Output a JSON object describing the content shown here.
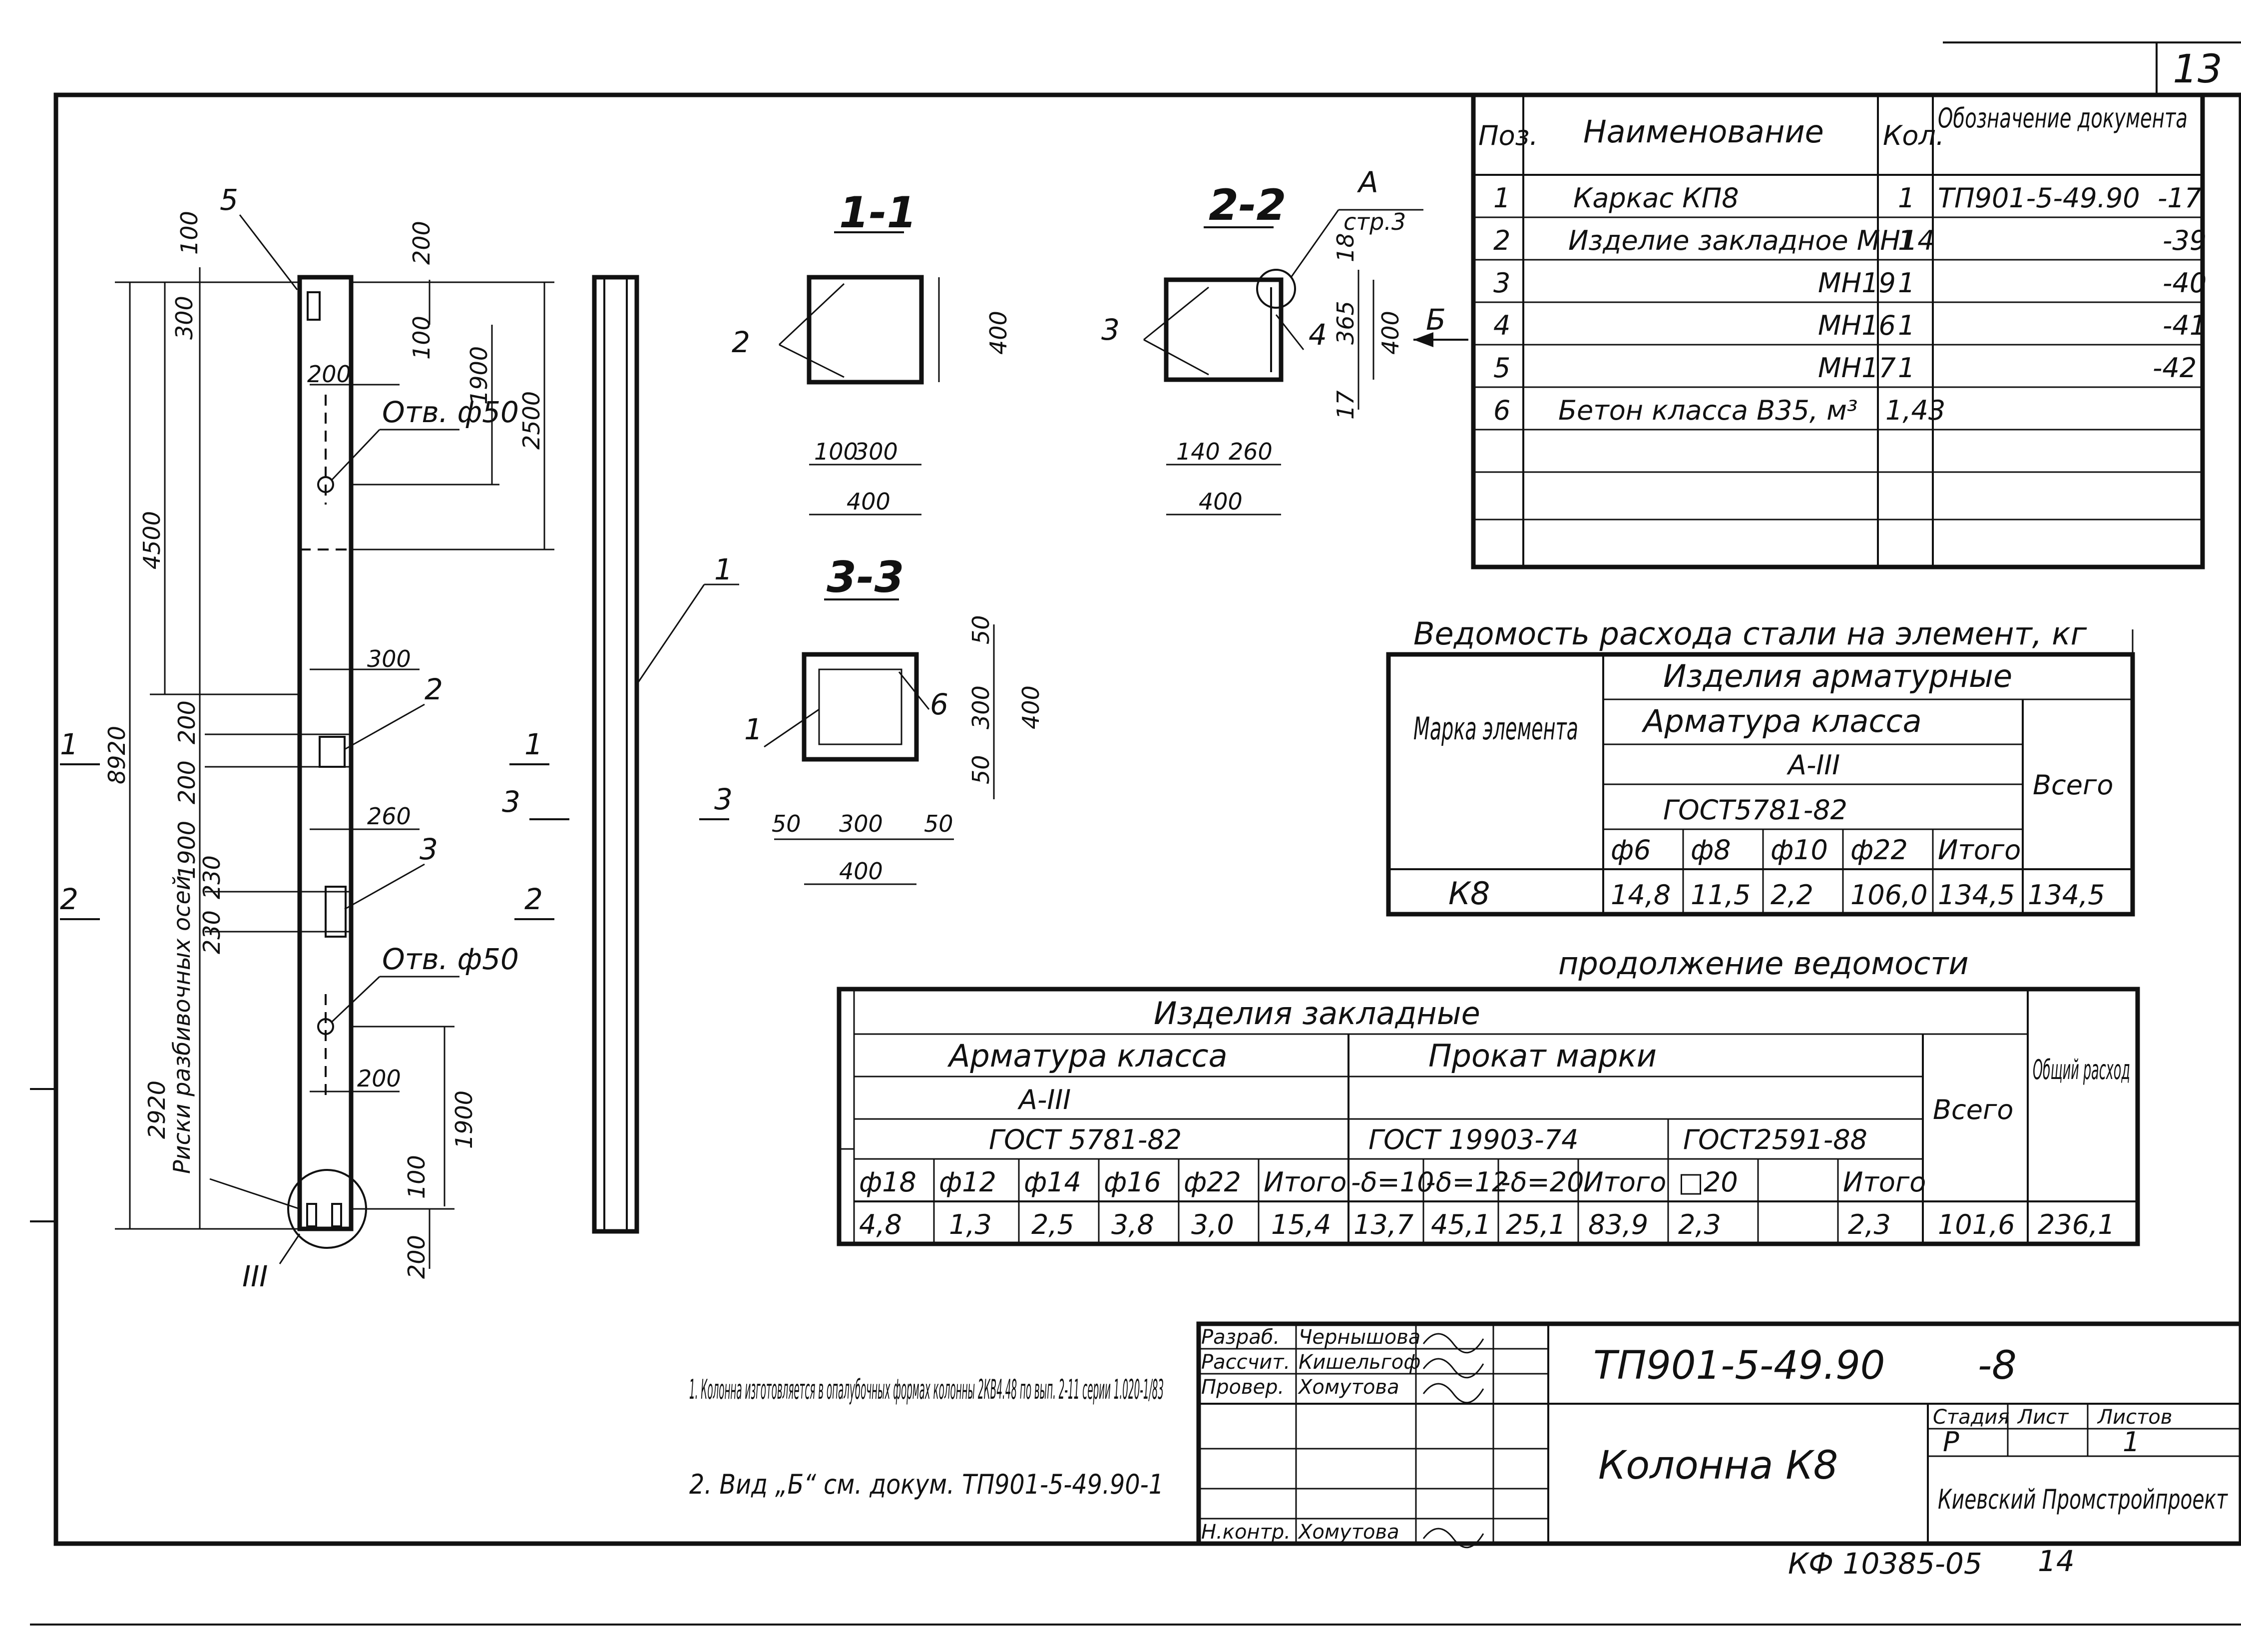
{
  "page": {
    "sheet_number": "13",
    "footer_code": "КФ 10385-05",
    "footer_page": "14"
  },
  "spec_table": {
    "headers": {
      "pos": "Поз.",
      "name": "Наименование",
      "qty": "Кол.",
      "doc": "Обозначение документа"
    },
    "rows": [
      {
        "pos": "1",
        "name": "Каркас КП8",
        "qty": "1",
        "doc": "ТП901-5-49.90",
        "suffix": "-17"
      },
      {
        "pos": "2",
        "name": "Изделие закладное МН14",
        "qty": "1",
        "doc": "",
        "suffix": "-39"
      },
      {
        "pos": "3",
        "name": "МН19",
        "qty": "1",
        "doc": "",
        "suffix": "-40"
      },
      {
        "pos": "4",
        "name": "МН16",
        "qty": "1",
        "doc": "",
        "suffix": "-41"
      },
      {
        "pos": "5",
        "name": "МН17",
        "qty": "1",
        "doc": "",
        "suffix": "-42"
      },
      {
        "pos": "6",
        "name": "Бетон класса В35, м³",
        "qty": "1,43",
        "doc": "",
        "suffix": ""
      }
    ]
  },
  "steel_table": {
    "title": "Ведомость расхода стали на элемент, кг",
    "mark_header": "Марка элемента",
    "group": "Изделия арматурные",
    "subgroup": "Арматура класса",
    "class": "А-III",
    "gost": "ГОСТ5781-82",
    "total_header": "Всего",
    "cols": [
      "ф6",
      "ф8",
      "ф10",
      "ф22",
      "Итого"
    ],
    "row": {
      "mark": "К8",
      "values": [
        "14,8",
        "11,5",
        "2,2",
        "106,0",
        "134,5"
      ],
      "total": "134,5"
    }
  },
  "cont_table": {
    "title": "продолжение ведомости",
    "group": "Изделия закладные",
    "arm_header": "Арматура класса",
    "arm_class": "А-III",
    "arm_gost": "ГОСТ 5781-82",
    "prokat_header": "Прокат марки",
    "gost2": "ГОСТ 19903-74",
    "gost3": "ГОСТ2591-88",
    "total_header": "Всего",
    "general_header": "Общий расход",
    "cols": [
      "ф18",
      "ф12",
      "ф14",
      "ф16",
      "ф22",
      "Итого",
      "-δ=10",
      "-δ=12",
      "-δ=20",
      "Итого",
      "□20",
      "",
      "Итого"
    ],
    "values": [
      "4,8",
      "1,3",
      "2,5",
      "3,8",
      "3,0",
      "15,4",
      "13,7",
      "45,1",
      "25,1",
      "83,9",
      "2,3",
      "",
      "2,3"
    ],
    "total": "101,6",
    "general": "236,1"
  },
  "notes": [
    "1. Колонна изготовляется в опалубочных формах колонны 2КВ4.48 по вып. 2-11 серии 1.020-1/83",
    "2. Вид „Б“ см. докум. ТП901-5-49.90-1"
  ],
  "title_block": {
    "roles": [
      "Разраб.",
      "Рассчит.",
      "Провер.",
      "",
      "",
      "Н.контр."
    ],
    "names": [
      "Чернышова",
      "Кишельгоф",
      "Хомутова",
      "",
      "",
      "Хомутова"
    ],
    "doc_code": "ТП901-5-49.90",
    "doc_suffix": "-8",
    "title": "Колонна К8",
    "stage_label": "Стадия",
    "sheet_label": "Лист",
    "sheets_label": "Листов",
    "stage": "Р",
    "sheet": "",
    "sheets": "1",
    "org": "Киевский Промстройпроект"
  },
  "drawing": {
    "section_11": "1-1",
    "section_22": "2-2",
    "section_33": "3-3",
    "ref_a": "А",
    "ref_a_page": "стр.3",
    "view_b": "Б",
    "hole_label": "Отв. ф50",
    "axis_label": "Риски разбивочных осей",
    "detail_mark": "III",
    "cut_labels": [
      "1",
      "2",
      "3"
    ],
    "callouts": [
      "1",
      "2",
      "3",
      "4",
      "5",
      "6"
    ],
    "elev_dims": [
      "100",
      "300",
      "200",
      "100",
      "1900",
      "2500",
      "200",
      "4500",
      "8920",
      "300",
      "200",
      "200",
      "1900",
      "260",
      "230",
      "230",
      "200",
      "2920",
      "100",
      "1900",
      "200"
    ],
    "sec11_dims": [
      "400",
      "100",
      "300",
      "400"
    ],
    "sec22_dims": [
      "18",
      "365",
      "400",
      "17",
      "140",
      "260",
      "400"
    ],
    "sec33_dims": [
      "50",
      "300",
      "400",
      "50",
      "50",
      "300",
      "50",
      "400"
    ]
  }
}
